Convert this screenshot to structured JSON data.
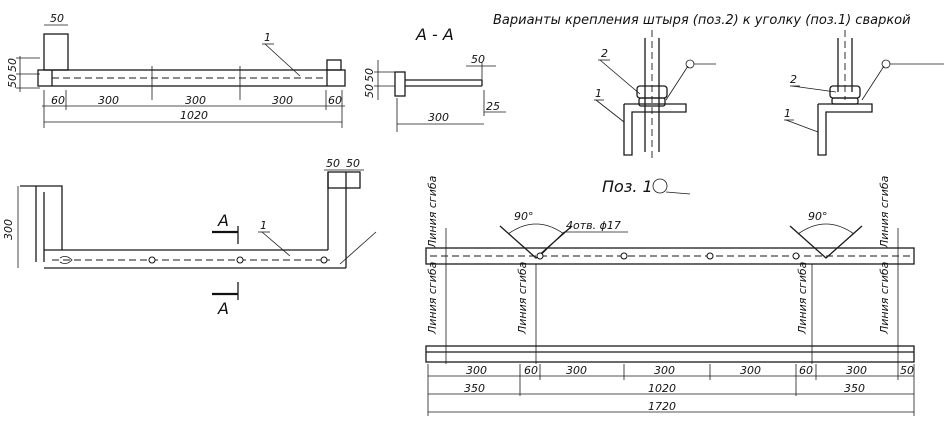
{
  "header": {
    "variants_title": "Варианты крепления штыря (поз.2) к уголку (поз.1) сваркой",
    "section_label": "А - А",
    "pos_label": "Поз. 1"
  },
  "top_view": {
    "label_1": "1",
    "dims": [
      "50",
      "50",
      "50",
      "60",
      "300",
      "300",
      "300",
      "60",
      "1020"
    ]
  },
  "section_view": {
    "dims": [
      "50",
      "50",
      "50",
      "25",
      "300"
    ]
  },
  "side_view": {
    "height": "300",
    "dims_top": [
      "50",
      "50"
    ],
    "label_1": "1",
    "section_mark": "А"
  },
  "variants": {
    "v1": {
      "label_1": "1",
      "label_2": "2"
    },
    "v2": {
      "label_1": "1",
      "label_2": "2"
    }
  },
  "pos1": {
    "angle": "90°",
    "holes": "4отв. ϕ17",
    "bend_line": "Линия сгиба",
    "dims_row1": [
      "300",
      "60",
      "300",
      "300",
      "300",
      "60",
      "300",
      "50"
    ],
    "dims_row2": [
      "350",
      "1020",
      "350"
    ],
    "dims_total": "1720"
  }
}
